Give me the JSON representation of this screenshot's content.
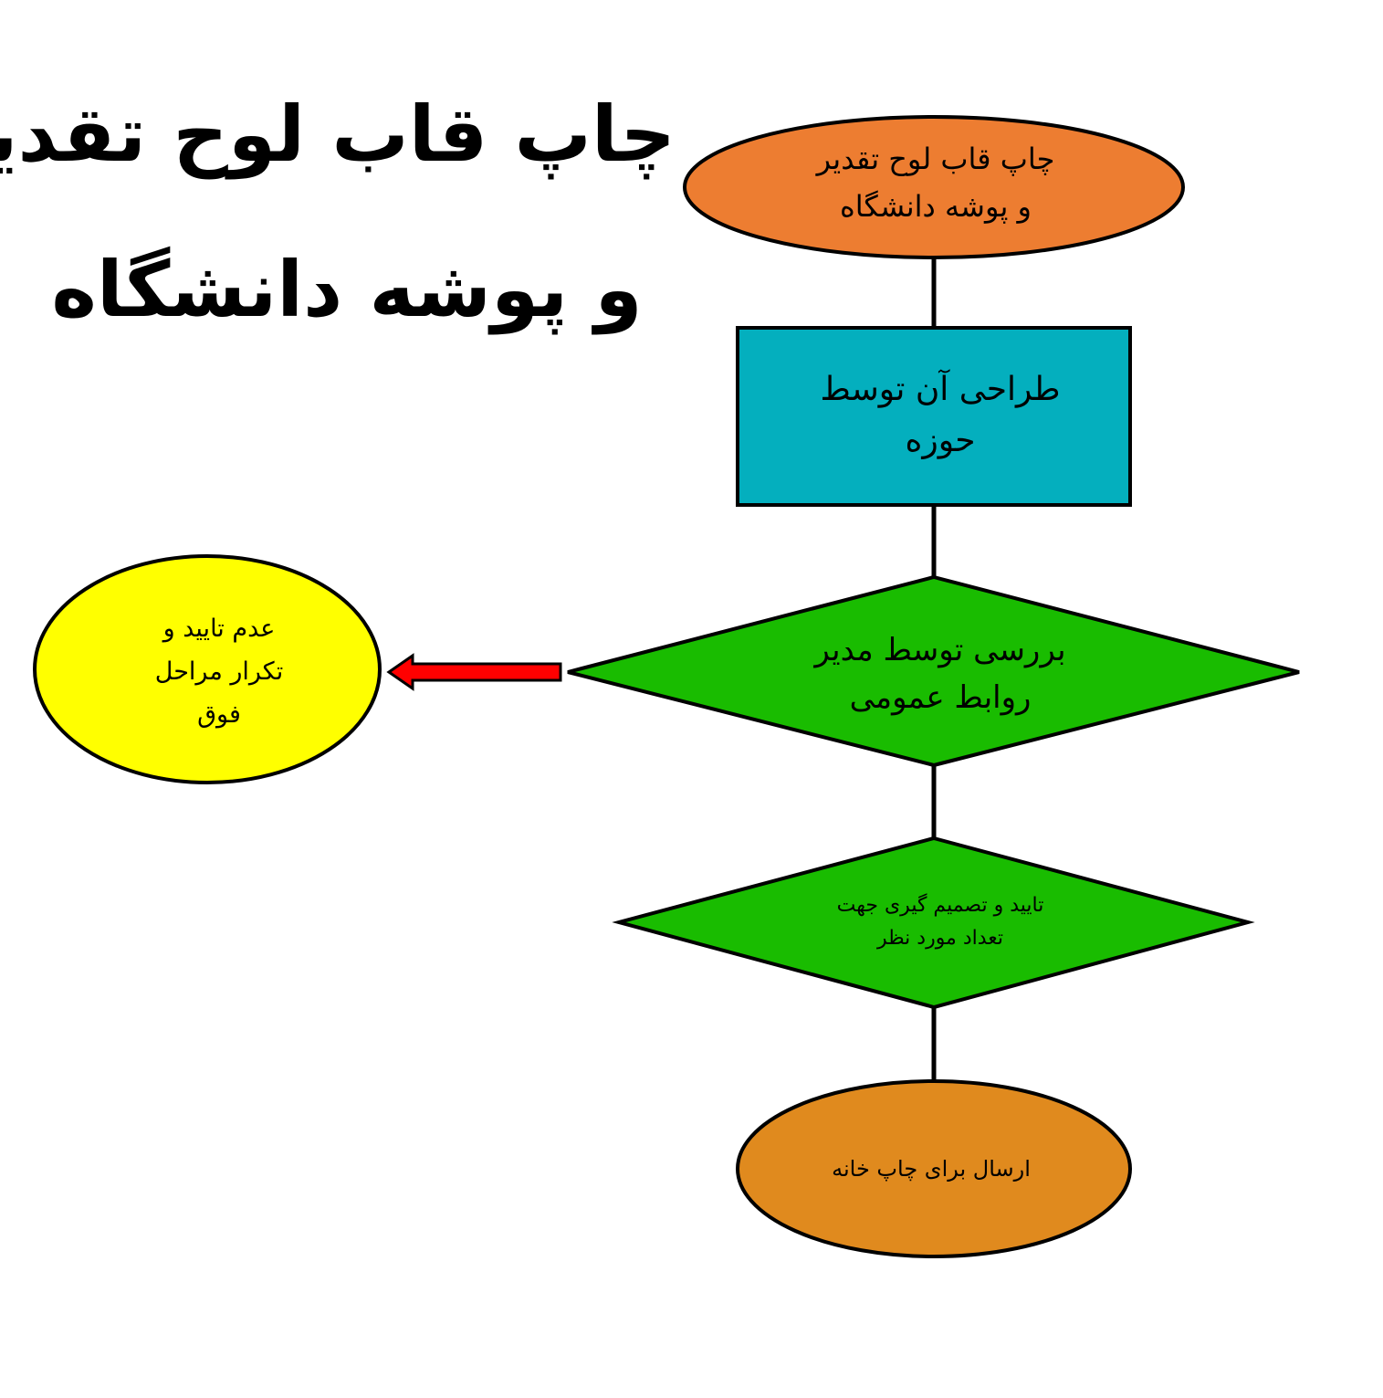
{
  "title": {
    "line1": "چاپ قاب لوح تقدیر",
    "line2": "و پوشه دانشگاه"
  },
  "nodes": {
    "start": {
      "lines": [
        "چاپ قاب لوح تقدیر",
        "و پوشه دانشگاه"
      ],
      "color": "#ED7D31"
    },
    "design": {
      "lines": [
        "طراحی آن توسط",
        "حوزه"
      ],
      "color": "#04AFBE"
    },
    "review": {
      "lines": [
        "بررسی توسط مدیر",
        "روابط عمومی"
      ],
      "color": "#19BC00"
    },
    "approve": {
      "lines": [
        "تایید و تصمیم گیری جهت",
        "تعداد مورد نظر"
      ],
      "color": "#19BC00"
    },
    "end": {
      "lines": [
        "ارسال برای چاپ خانه"
      ],
      "color": "#E08A1E"
    },
    "reject": {
      "lines": [
        "عدم تایید و",
        "تکرار مراحل",
        "فوق"
      ],
      "color": "#FFFF00"
    }
  },
  "colors": {
    "line": "#000000",
    "arrow_fill": "#FF0000"
  }
}
